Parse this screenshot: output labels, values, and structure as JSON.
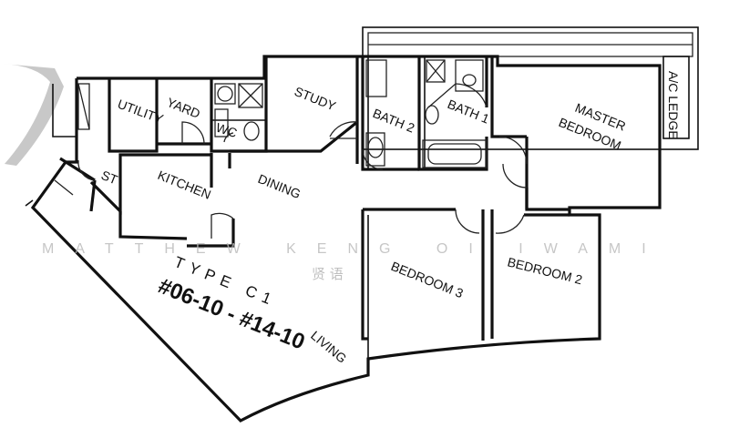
{
  "rooms": {
    "utility": "UTILITY",
    "yard": "YARD",
    "wc": "WC",
    "study": "STUDY",
    "bath2": "BATH 2",
    "bath1": "BATH 1",
    "master_bedroom_l1": "MASTER",
    "master_bedroom_l2": "BEDROOM",
    "ac_ledge": "A/C LEDGE",
    "st": "ST",
    "kitchen": "KITCHEN",
    "dining": "DINING",
    "bedroom3": "BEDROOM 3",
    "bedroom2": "BEDROOM 2",
    "living": "LIVING"
  },
  "unit_type": "TYPE C1",
  "unit_numbers": "#06-10 - #14-10",
  "watermark": {
    "text": "MATTHEW KENG OI IWAMI",
    "cjk": "贤 语"
  }
}
